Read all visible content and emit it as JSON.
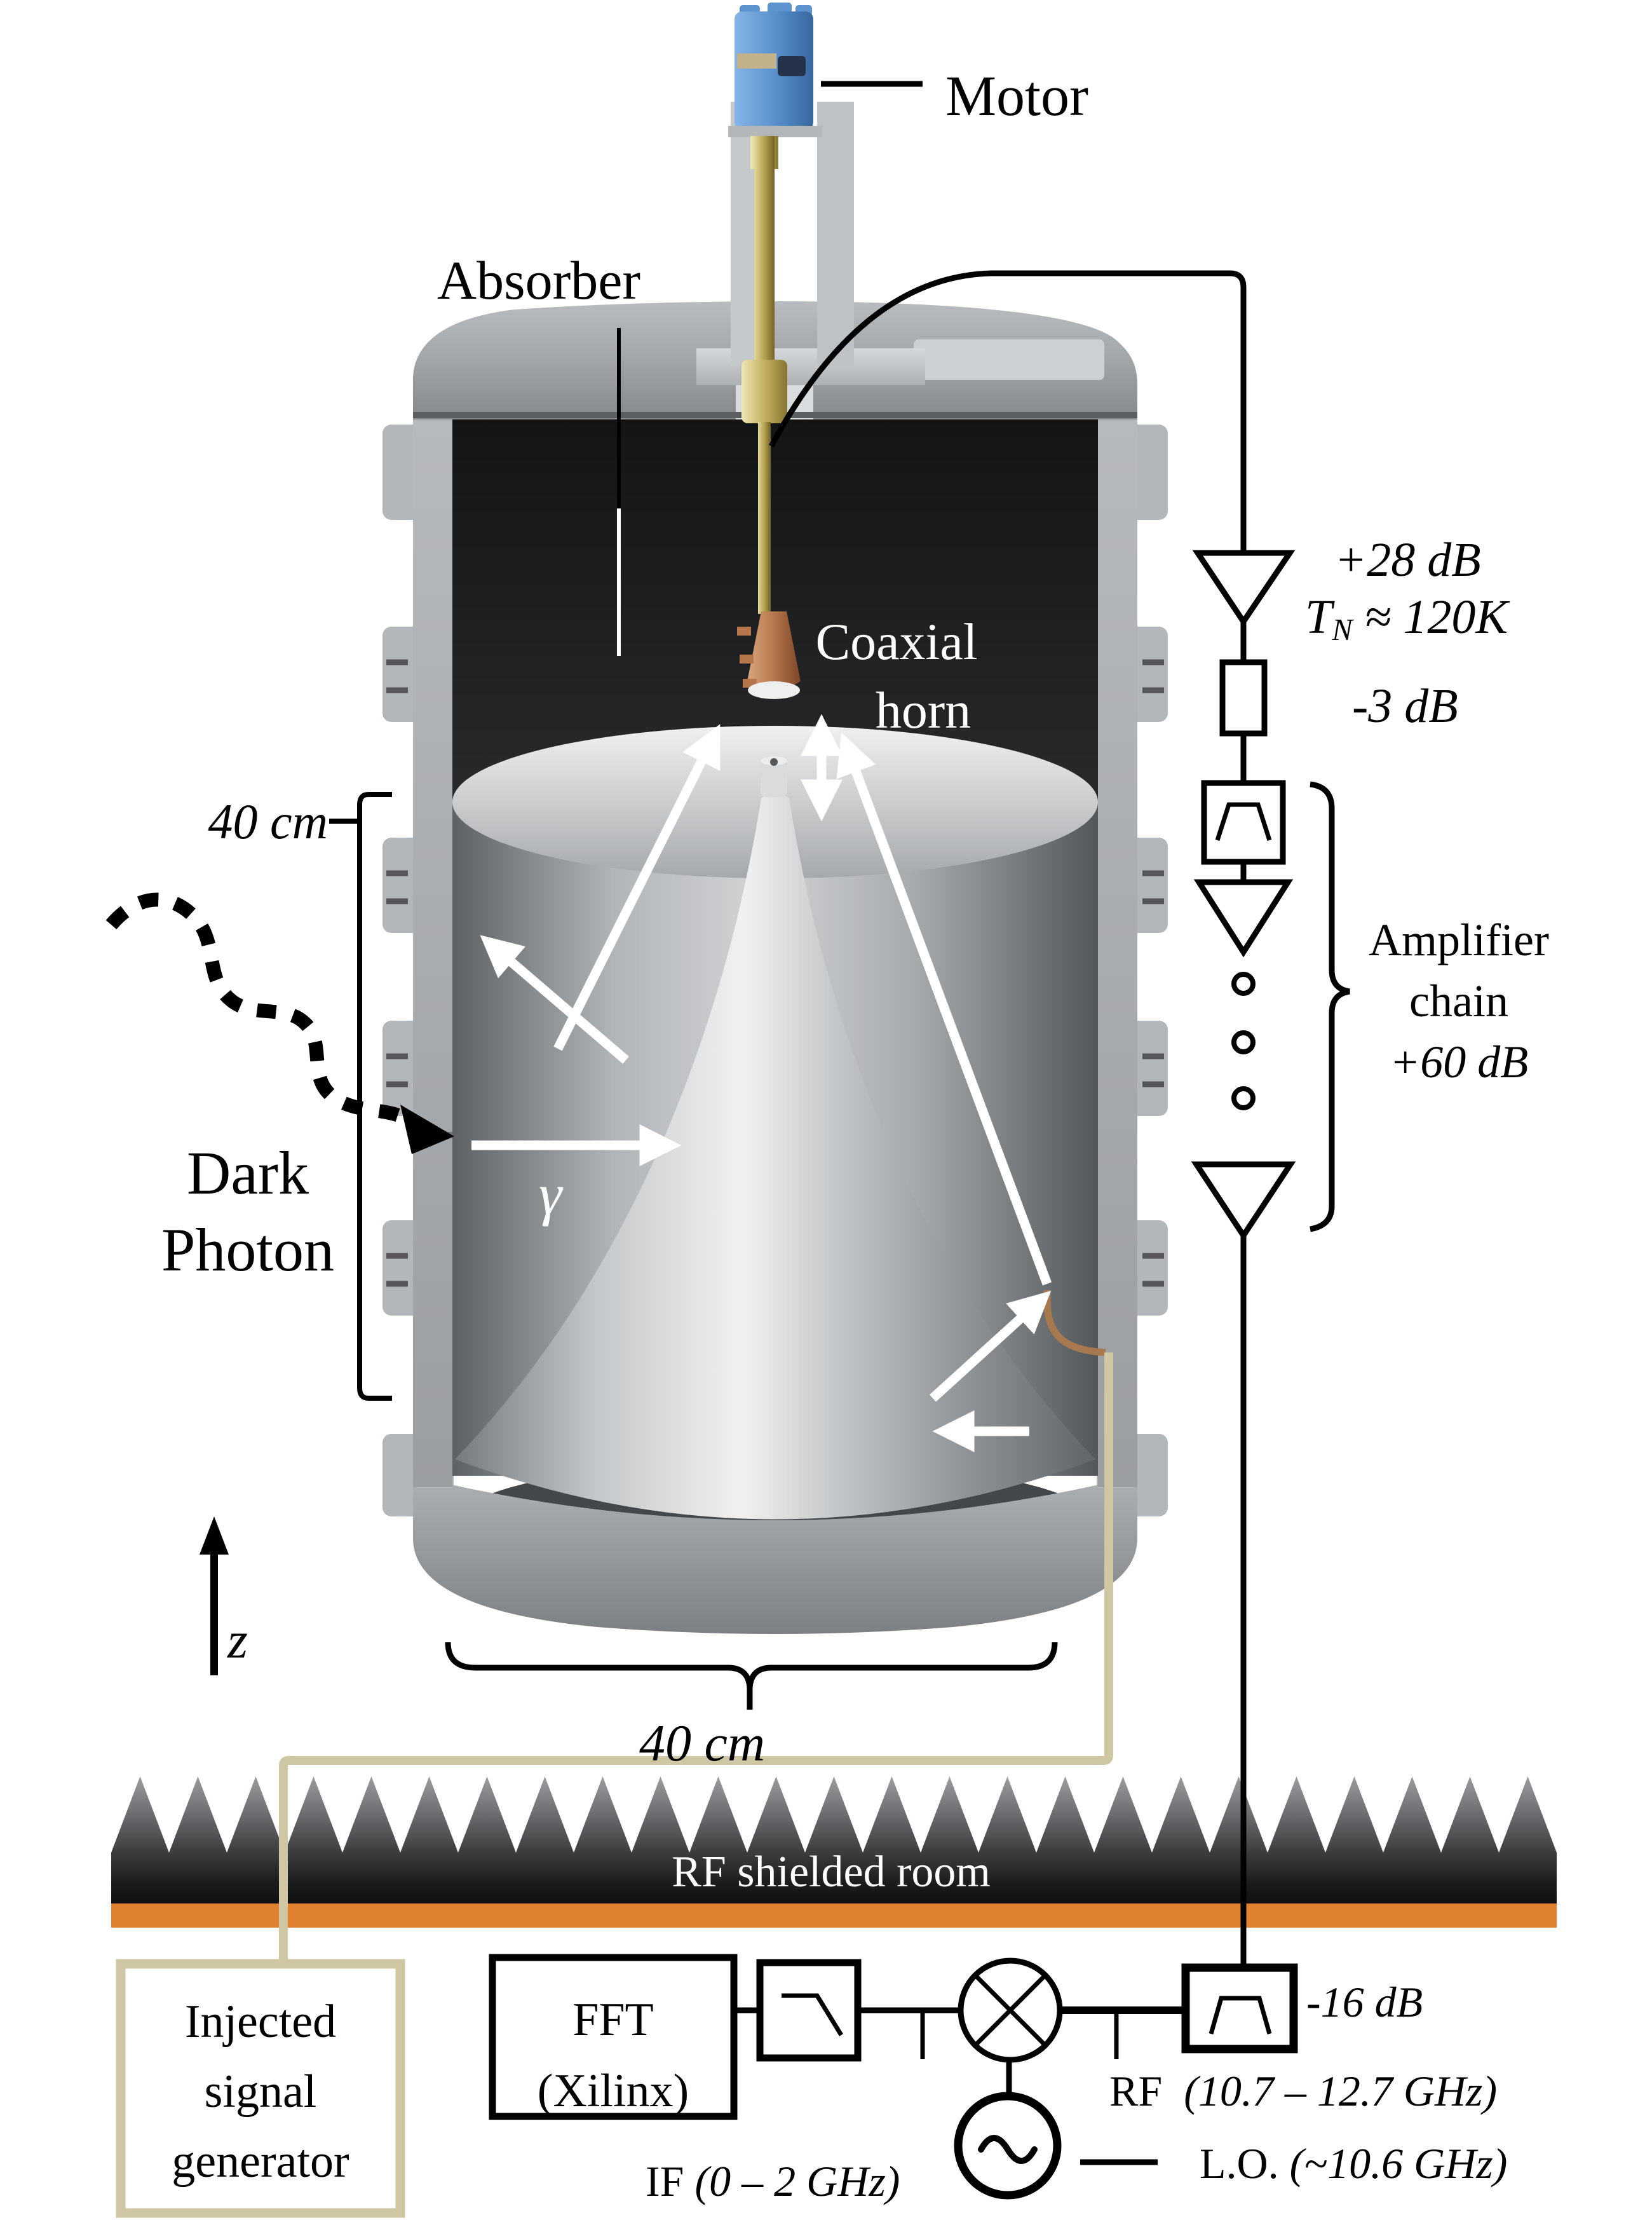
{
  "colors": {
    "accent_orange": "#E0812F",
    "wire_tan": "#CFC6A3",
    "motor_blue": "#4E86C2"
  },
  "apparatus": {
    "motor_label": "Motor",
    "absorber_label": "Absorber",
    "coaxial_horn_line1": "Coaxial",
    "coaxial_horn_line2": "horn",
    "dark_photon_line1": "Dark",
    "dark_photon_line2": "Photon",
    "gamma_symbol": "γ",
    "z_axis_label": "z",
    "height_dimension": "40 cm",
    "diameter_dimension": "40 cm"
  },
  "amplifier_chain": {
    "first_amp_gain": "+28 dB",
    "noise_temp_prefix": "T",
    "noise_temp_subscript": "N",
    "noise_temp_value": " ≈ 120K",
    "attenuator_loss": "-3 dB",
    "brace_label_line1": "Amplifier",
    "brace_label_line2": "chain",
    "brace_label_line3": "+60 dB"
  },
  "shielded_room": {
    "label": "RF shielded room"
  },
  "readout": {
    "generator_line1": "Injected",
    "generator_line2": "signal",
    "generator_line3": "generator",
    "fft_line1": "FFT",
    "fft_line2": "(Xilinx)",
    "bandpass_loss": "-16 dB",
    "rf_port": "RF",
    "rf_range": "(10.7 – 12.7 GHz)",
    "if_port": "IF",
    "if_range": "(0 – 2 GHz)",
    "lo_port": "L.O.",
    "lo_value": "(~10.6 GHz)"
  }
}
